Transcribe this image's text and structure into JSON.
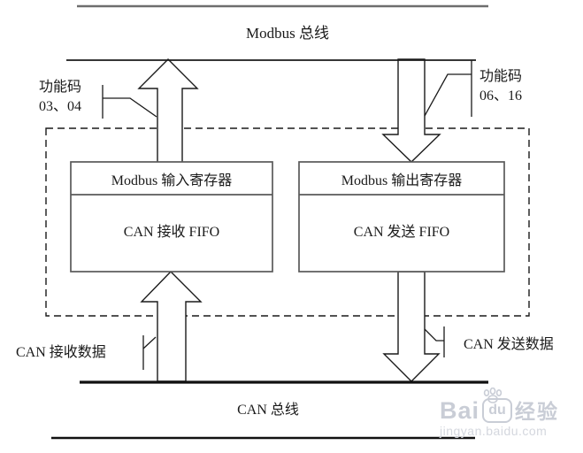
{
  "diagram": {
    "modbus_bus_label": "Modbus 总线",
    "func_code_left": {
      "line1": "功能码",
      "line2": "03、04"
    },
    "func_code_right": {
      "line1": "功能码",
      "line2": "06、16"
    },
    "left_box": {
      "title": "Modbus 输入寄存器",
      "body": "CAN 接收 FIFO"
    },
    "right_box": {
      "title": "Modbus 输出寄存器",
      "body": "CAN 发送 FIFO"
    },
    "can_receive_label": "CAN 接收数据",
    "can_send_label": "CAN 发送数据",
    "can_bus_label": "CAN 总线"
  },
  "watermark": {
    "brand_bai": "Bai",
    "brand_du": "du",
    "brand_suffix": "经验",
    "url": "jingyan.baidu.com"
  },
  "colors": {
    "line": "#1a1a1a",
    "box_border": "#595959",
    "top_rule": "#6e6e6e",
    "watermark": "#c9cdd6"
  }
}
